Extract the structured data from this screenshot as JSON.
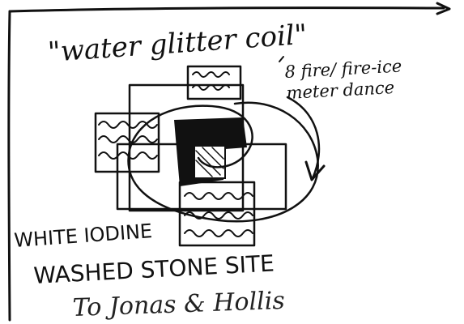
{
  "sketch": {
    "title": "\"water glitter coil\"",
    "side_note_line1": "8 fire/ fire-ice",
    "side_note_line2": "meter dance",
    "caption_line1": "WHITE IODINE",
    "caption_line2": "WASHED STONE SITE",
    "dedication": "To Jonas & Hollis"
  }
}
